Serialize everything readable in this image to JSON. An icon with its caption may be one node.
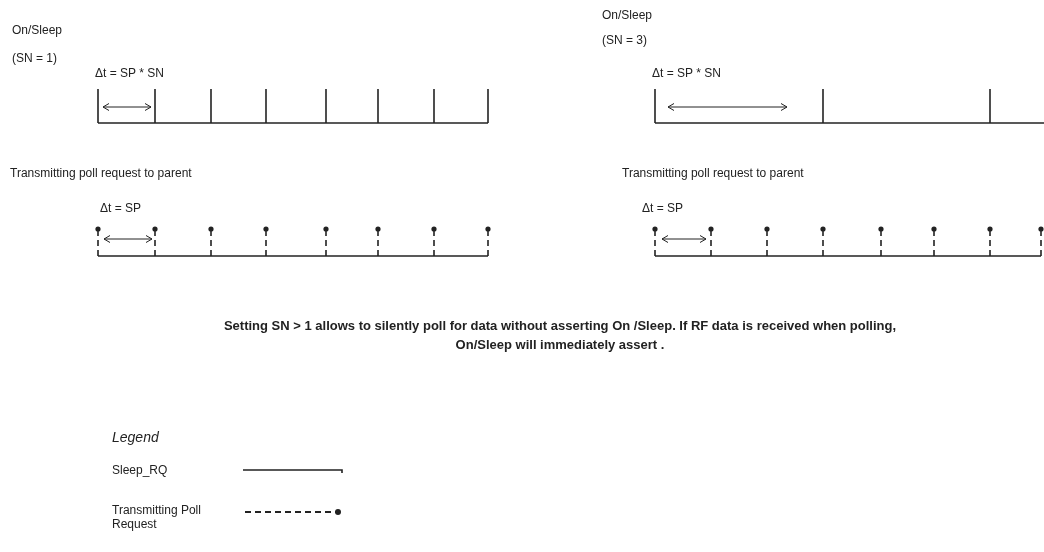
{
  "diagram": {
    "caption": "Setting SN > 1 allows to silently poll for data without asserting On /Sleep. If RF data is received when polling, On/Sleep will immediately assert .",
    "labels": [
      "On/Sleep",
      "(SN = 1)",
      "Δt = SP * SN",
      "On/Sleep",
      "(SN = 3)",
      "Δt = SP * SN",
      "Transmitting poll request to parent",
      "Δt = SP",
      "Transmitting poll request to parent",
      "Δt = SP",
      "Legend"
    ],
    "legend": [
      {
        "text": "Sleep_RQ"
      },
      {
        "text": "Transmitting Poll Request"
      }
    ]
  }
}
